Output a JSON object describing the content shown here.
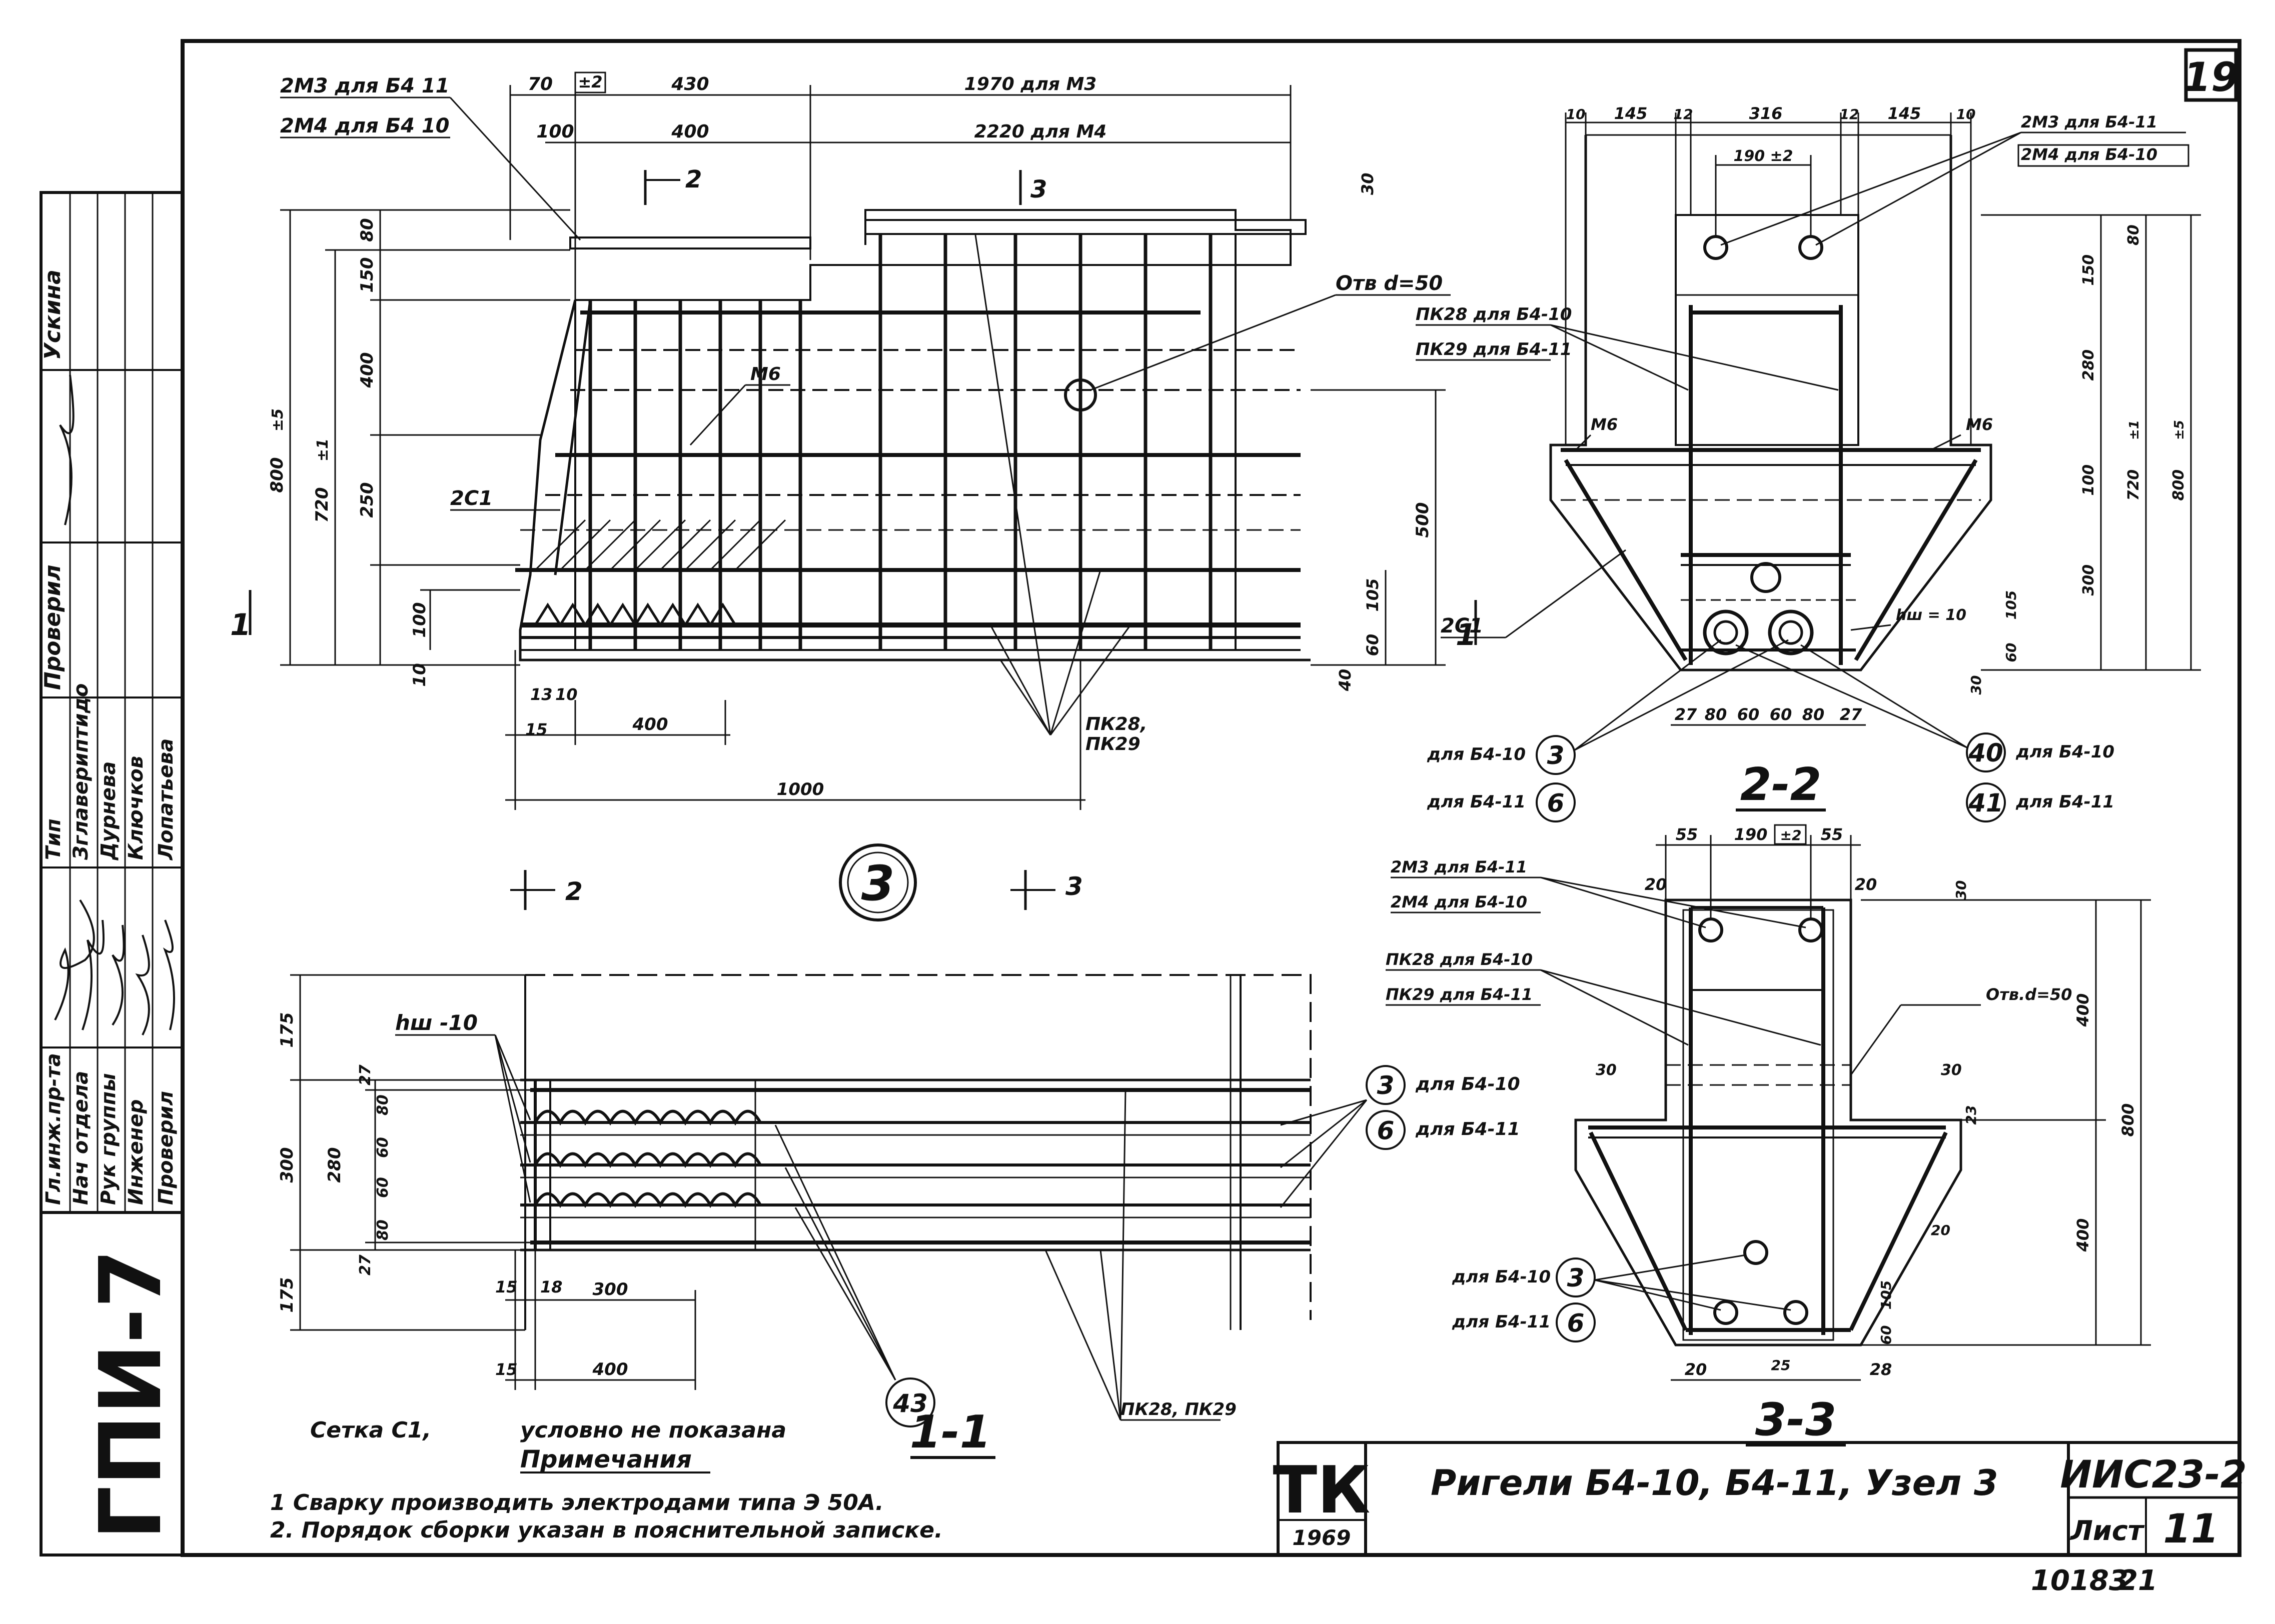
{
  "sheet_number": "19",
  "stamp": {
    "org": "ГПИ-7",
    "rows": [
      {
        "role": "Гл.инж.пр-та",
        "name": "Тип",
        "signature": ""
      },
      {
        "role": "Нач отдела",
        "name": "Зглавериптидо",
        "signature": ""
      },
      {
        "role": "Рук группы",
        "name": "Дурнева",
        "signature": ""
      },
      {
        "role": "Инженер",
        "name": "Ключков",
        "signature": ""
      },
      {
        "role": "Проверил",
        "name": "Лопатьева",
        "signature": ""
      }
    ],
    "checked_label": "Проверил",
    "top_label": "Ускина"
  },
  "title_block": {
    "org_short": "ТК",
    "year": "1969",
    "title": "Ригели   Б4-10,  Б4-11,  Узел 3",
    "series": "ИИС23-2",
    "sheet_label": "Лист",
    "sheet_value": "11"
  },
  "bottom_numbers": {
    "inv": "10183",
    "page": "21"
  },
  "node_label": "3",
  "cut_marks": {
    "c2": "2",
    "c3": "3",
    "c1": "1"
  },
  "section_titles": {
    "s11": "1-1",
    "s22": "2-2",
    "s33": "3-3"
  },
  "notes": {
    "mesh_label": "Сетка С1,",
    "mesh_note": "условно не показана",
    "heading": "Примечания",
    "n1": "1  Сварку  производить  электродами  типа  Э 50А.",
    "n2": "2. Порядок  сборки  указан  в  пояснительной  записке."
  },
  "elevation": {
    "top_dims": {
      "d70": "70",
      "dpm2": "±2",
      "d430": "430",
      "d1970": "1970 для М3",
      "d100": "100",
      "d400": "400",
      "d2220": "2220 для М4"
    },
    "labels": {
      "m3": "2М3 для Б4 11",
      "m4": "2М4 для Б4 10",
      "otv": "Отв d=50",
      "m6": "М6",
      "c1": "2С1",
      "pk": "ПК28,",
      "pk2": "ПК29",
      "d30": "30"
    },
    "left_dims": {
      "d800": "800",
      "d800t": "±5",
      "d720": "720",
      "d720t": "±1",
      "d80": "80",
      "d150": "150",
      "d400": "400",
      "d250": "250",
      "d100": "100",
      "d10": "10"
    },
    "right_dims": {
      "d500": "500",
      "d105": "105",
      "d60": "60",
      "d40": "40"
    },
    "bottom_dims": {
      "d13": "13",
      "d10": "10",
      "d15": "15",
      "d400": "400",
      "d1000": "1000"
    }
  },
  "plan": {
    "hw": "hш -10",
    "left_dims": {
      "d175a": "175",
      "d27a": "27",
      "d300": "300",
      "d280": "280",
      "d80a": "80",
      "d60a": "60",
      "d60b": "60",
      "d80b": "80",
      "d27b": "27",
      "d175b": "175"
    },
    "bottom_dims": {
      "d15": "15",
      "d18": "18",
      "d300": "300",
      "d15b": "15",
      "d400": "400"
    },
    "callouts": {
      "c3": "3",
      "c6": "6",
      "c43": "43"
    },
    "right_labels": {
      "r3": "для Б4-10",
      "r6": "для Б4-11",
      "pk": "ПК28, ПК29"
    }
  },
  "sec22": {
    "top_dims": {
      "d10a": "10",
      "d145a": "145",
      "d12a": "12",
      "d316": "316",
      "d12b": "12",
      "d145b": "145",
      "d10b": "10",
      "d190": "190 ±2"
    },
    "labels": {
      "m3": "2М3 для Б4-11",
      "m4": "2М4 для Б4-10",
      "pk28": "ПК28 для Б4-10",
      "pk29": "ПК29 для Б4-11",
      "m6a": "М6",
      "m6b": "М6",
      "c1": "2С1",
      "hw": "hш = 10"
    },
    "right_dims": {
      "d80": "80",
      "d150": "150",
      "d280": "280",
      "d100": "100",
      "d300": "300",
      "d720": "720",
      "d720t": "±1",
      "d800": "800",
      "d800t": "±5",
      "d105": "105",
      "d60": "60",
      "d30": "30"
    },
    "bottom_dims": {
      "d27a": "27",
      "d80a": "80",
      "d60a": "60",
      "d60b": "60",
      "d80b": "80",
      "d27b": "27"
    },
    "callouts": {
      "c3": "3",
      "c6": "6",
      "c40": "40",
      "c41": "41"
    },
    "call_labels": {
      "l3": "для Б4-10",
      "l6": "для Б4-11",
      "l40": "для Б4-10",
      "l41": "для Б4-11"
    }
  },
  "sec33": {
    "top_dims": {
      "d55a": "55",
      "d190": "190",
      "d190t": "±2",
      "d55b": "55",
      "d20a": "20",
      "d20b": "20",
      "d30": "30"
    },
    "labels": {
      "m3": "2М3 для Б4-11",
      "m4": "2М4 для Б4-10",
      "pk28": "ПК28 для Б4-10",
      "pk29": "ПК29 для Б4-11",
      "otv": "Отв.d=50",
      "l3": "для Б4-10",
      "l6": "для Б4-11"
    },
    "side_dims": {
      "d30a": "30",
      "d30b": "30",
      "d23": "23",
      "d400a": "400",
      "d800": "800",
      "d400b": "400",
      "d20r": "20",
      "d105": "105",
      "d60": "60"
    },
    "bottom_dims": {
      "d20": "20",
      "d25": "25",
      "d28": "28"
    },
    "callouts": {
      "c3": "3",
      "c6": "6"
    }
  }
}
